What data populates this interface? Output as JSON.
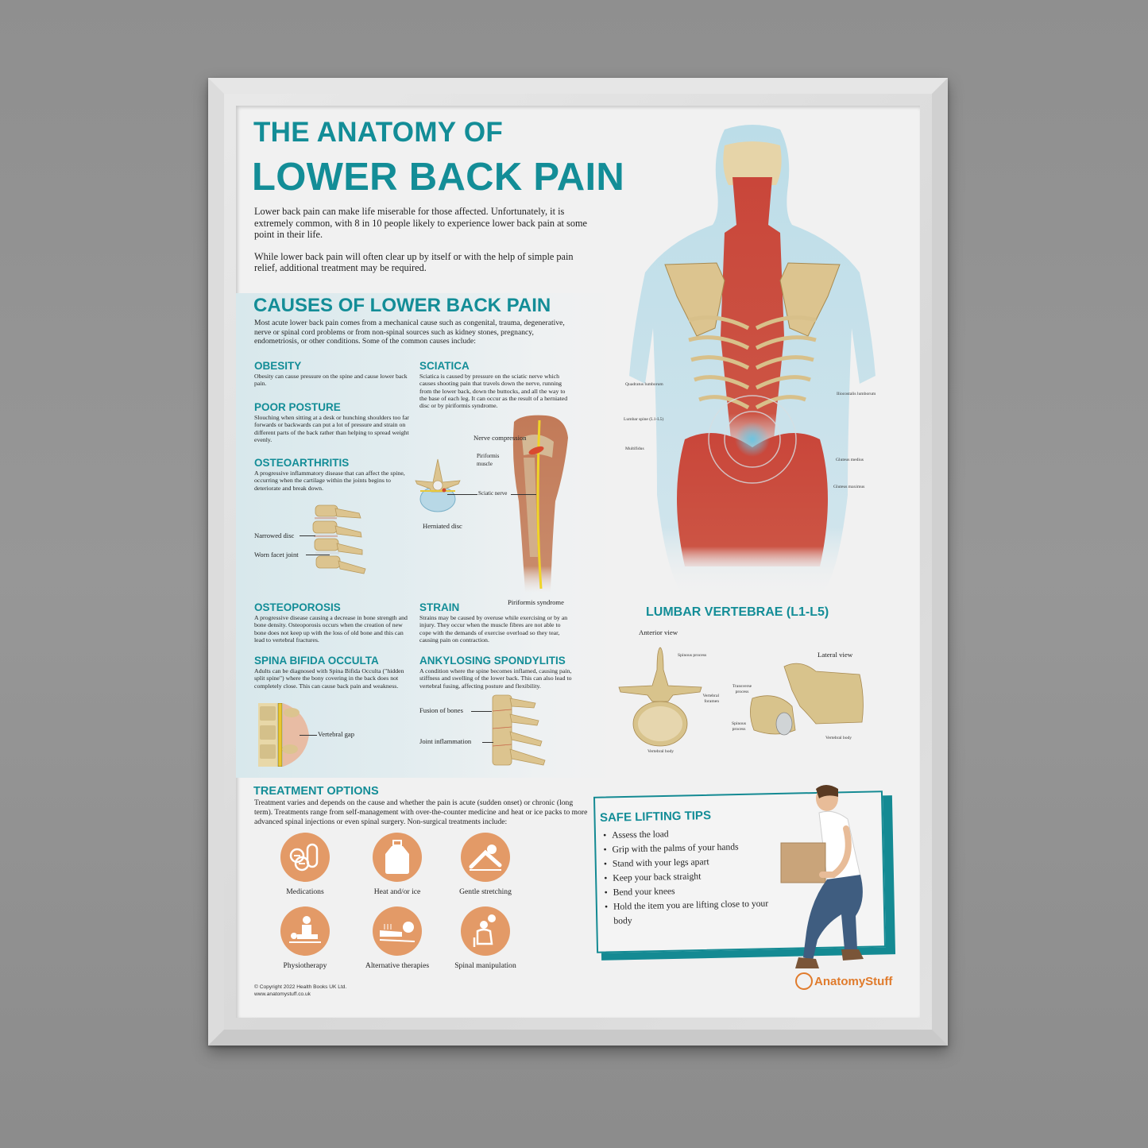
{
  "poster": {
    "title_line1": "THE ANATOMY OF",
    "title_line2": "LOWER BACK PAIN",
    "intro_p1": "Lower back pain can make life miserable for those affected. Unfortunately, it is extremely common, with 8 in 10 people likely to experience lower back pain at some point in their life.",
    "intro_p2": "While lower back pain will often clear up by itself or with the help of simple pain relief, additional treatment may be required.",
    "accent_color": "#138d97",
    "orange_color": "#e39a67"
  },
  "causes": {
    "title": "CAUSES OF LOWER BACK PAIN",
    "intro": "Most acute lower back pain comes from a mechanical cause such as congenital, trauma, degenerative, nerve or spinal cord problems or from non-spinal sources such as kidney stones, pregnancy, endometriosis, or other conditions.  Some of the common causes include:",
    "items": [
      {
        "title": "OBESITY",
        "text": "Obesity can cause pressure on the spine and cause lower back pain."
      },
      {
        "title": "SCIATICA",
        "text": "Sciatica is caused by pressure on the sciatic nerve which causes shooting pain that travels down the nerve, running from the lower back, down the buttocks, and all the way to the base of each leg. It can occur as the result of a herniated disc or by piriformis syndrome."
      },
      {
        "title": "POOR POSTURE",
        "text": "Slouching when sitting at a desk or hunching shoulders too far forwards or backwards can put a lot of pressure and strain on different parts of the back rather than helping to spread weight evenly."
      },
      {
        "title": "OSTEOARTHRITIS",
        "text": "A progressive inflammatory disease that can affect the spine, occurring when the cartilage within the joints begins to deteriorate and break down."
      },
      {
        "title": "OSTEOPOROSIS",
        "text": "A progressive disease causing a decrease in bone strength and bone density. Osteoporosis occurs when the creation of new bone does not keep up with the loss of old bone and this can lead to vertebral fractures."
      },
      {
        "title": "STRAIN",
        "text": "Strains may be caused by overuse while exercising or by an injury. They occur when the muscle fibres are not able to cope with the demands of exercise overload so they tear, causing pain on contraction."
      },
      {
        "title": "SPINA BIFIDA OCCULTA",
        "text": "Adults can be diagnosed with Spina Bifida Occulta (\"hidden split spine\") where the bony covering in the back does not completely close. This can cause back pain and weakness."
      },
      {
        "title": "ANKYLOSING SPONDYLITIS",
        "text": "A condition where the spine becomes inflamed, causing pain, stiffness and swelling of the lower back. This can also lead to vertebral fusing, affecting posture and flexibility."
      }
    ],
    "labels": {
      "narrowed_disc": "Narrowed disc",
      "worn_facet": "Worn facet joint",
      "nerve_compression": "Nerve compression",
      "piriformis_muscle": "Piriformis muscle",
      "sciatic_nerve": "Sciatic nerve",
      "herniated_disc": "Herniated disc",
      "piriformis_syndrome": "Piriformis syndrome",
      "vertebral_gap": "Vertebral gap",
      "fusion_of_bones": "Fusion of bones",
      "joint_inflammation": "Joint inflammation"
    }
  },
  "body_figure": {
    "labels": {
      "quadratus": "Quadratus lumborum",
      "iliocostalis": "Iliocostalis lumborum",
      "lumbar_spine": "Lumbar spine (L1-L5)",
      "multifidus": "Multifidus",
      "gluteus_medius": "Gluteus medius",
      "gluteus_maximus": "Gluteus maximus"
    }
  },
  "lumbar": {
    "title": "LUMBAR VERTEBRAE (L1-L5)",
    "anterior_view": "Anterior view",
    "lateral_view": "Lateral view",
    "labels": {
      "spinous_process": "Spinous process",
      "vertebral_foramen": "Vertebral foramen",
      "vertebral_body": "Vertebral body",
      "transverse_process": "Transverse process",
      "spinous_process_lat": "Spinous process",
      "vertebral_body_lat": "Vertebral body"
    }
  },
  "treatment": {
    "title": "TREATMENT OPTIONS",
    "intro": "Treatment varies and depends on the cause and whether the pain is acute (sudden onset) or chronic (long term). Treatments range from self-management with over-the-counter medicine and heat or ice packs to more advanced spinal injections or even spinal surgery.  Non-surgical treatments include:",
    "options": [
      {
        "label": "Medications",
        "icon": "pills-icon"
      },
      {
        "label": "Heat and/or ice",
        "icon": "hot-water-bottle-icon"
      },
      {
        "label": "Gentle stretching",
        "icon": "stretching-icon"
      },
      {
        "label": "Physiotherapy",
        "icon": "physiotherapy-icon"
      },
      {
        "label": "Alternative therapies",
        "icon": "acupuncture-icon"
      },
      {
        "label": "Spinal manipulation",
        "icon": "manipulation-icon"
      }
    ]
  },
  "lifting": {
    "title": "SAFE LIFTING TIPS",
    "tips": [
      "Assess the load",
      "Grip with the palms of your hands",
      "Stand with your legs apart",
      "Keep your back straight",
      "Bend your knees",
      "Hold the item you are lifting close to your body"
    ]
  },
  "footer": {
    "copyright": "© Copyright 2022 Health Books UK Ltd.",
    "website": "www.anatomystuff.co.uk",
    "brand": "AnatomyStuff"
  }
}
